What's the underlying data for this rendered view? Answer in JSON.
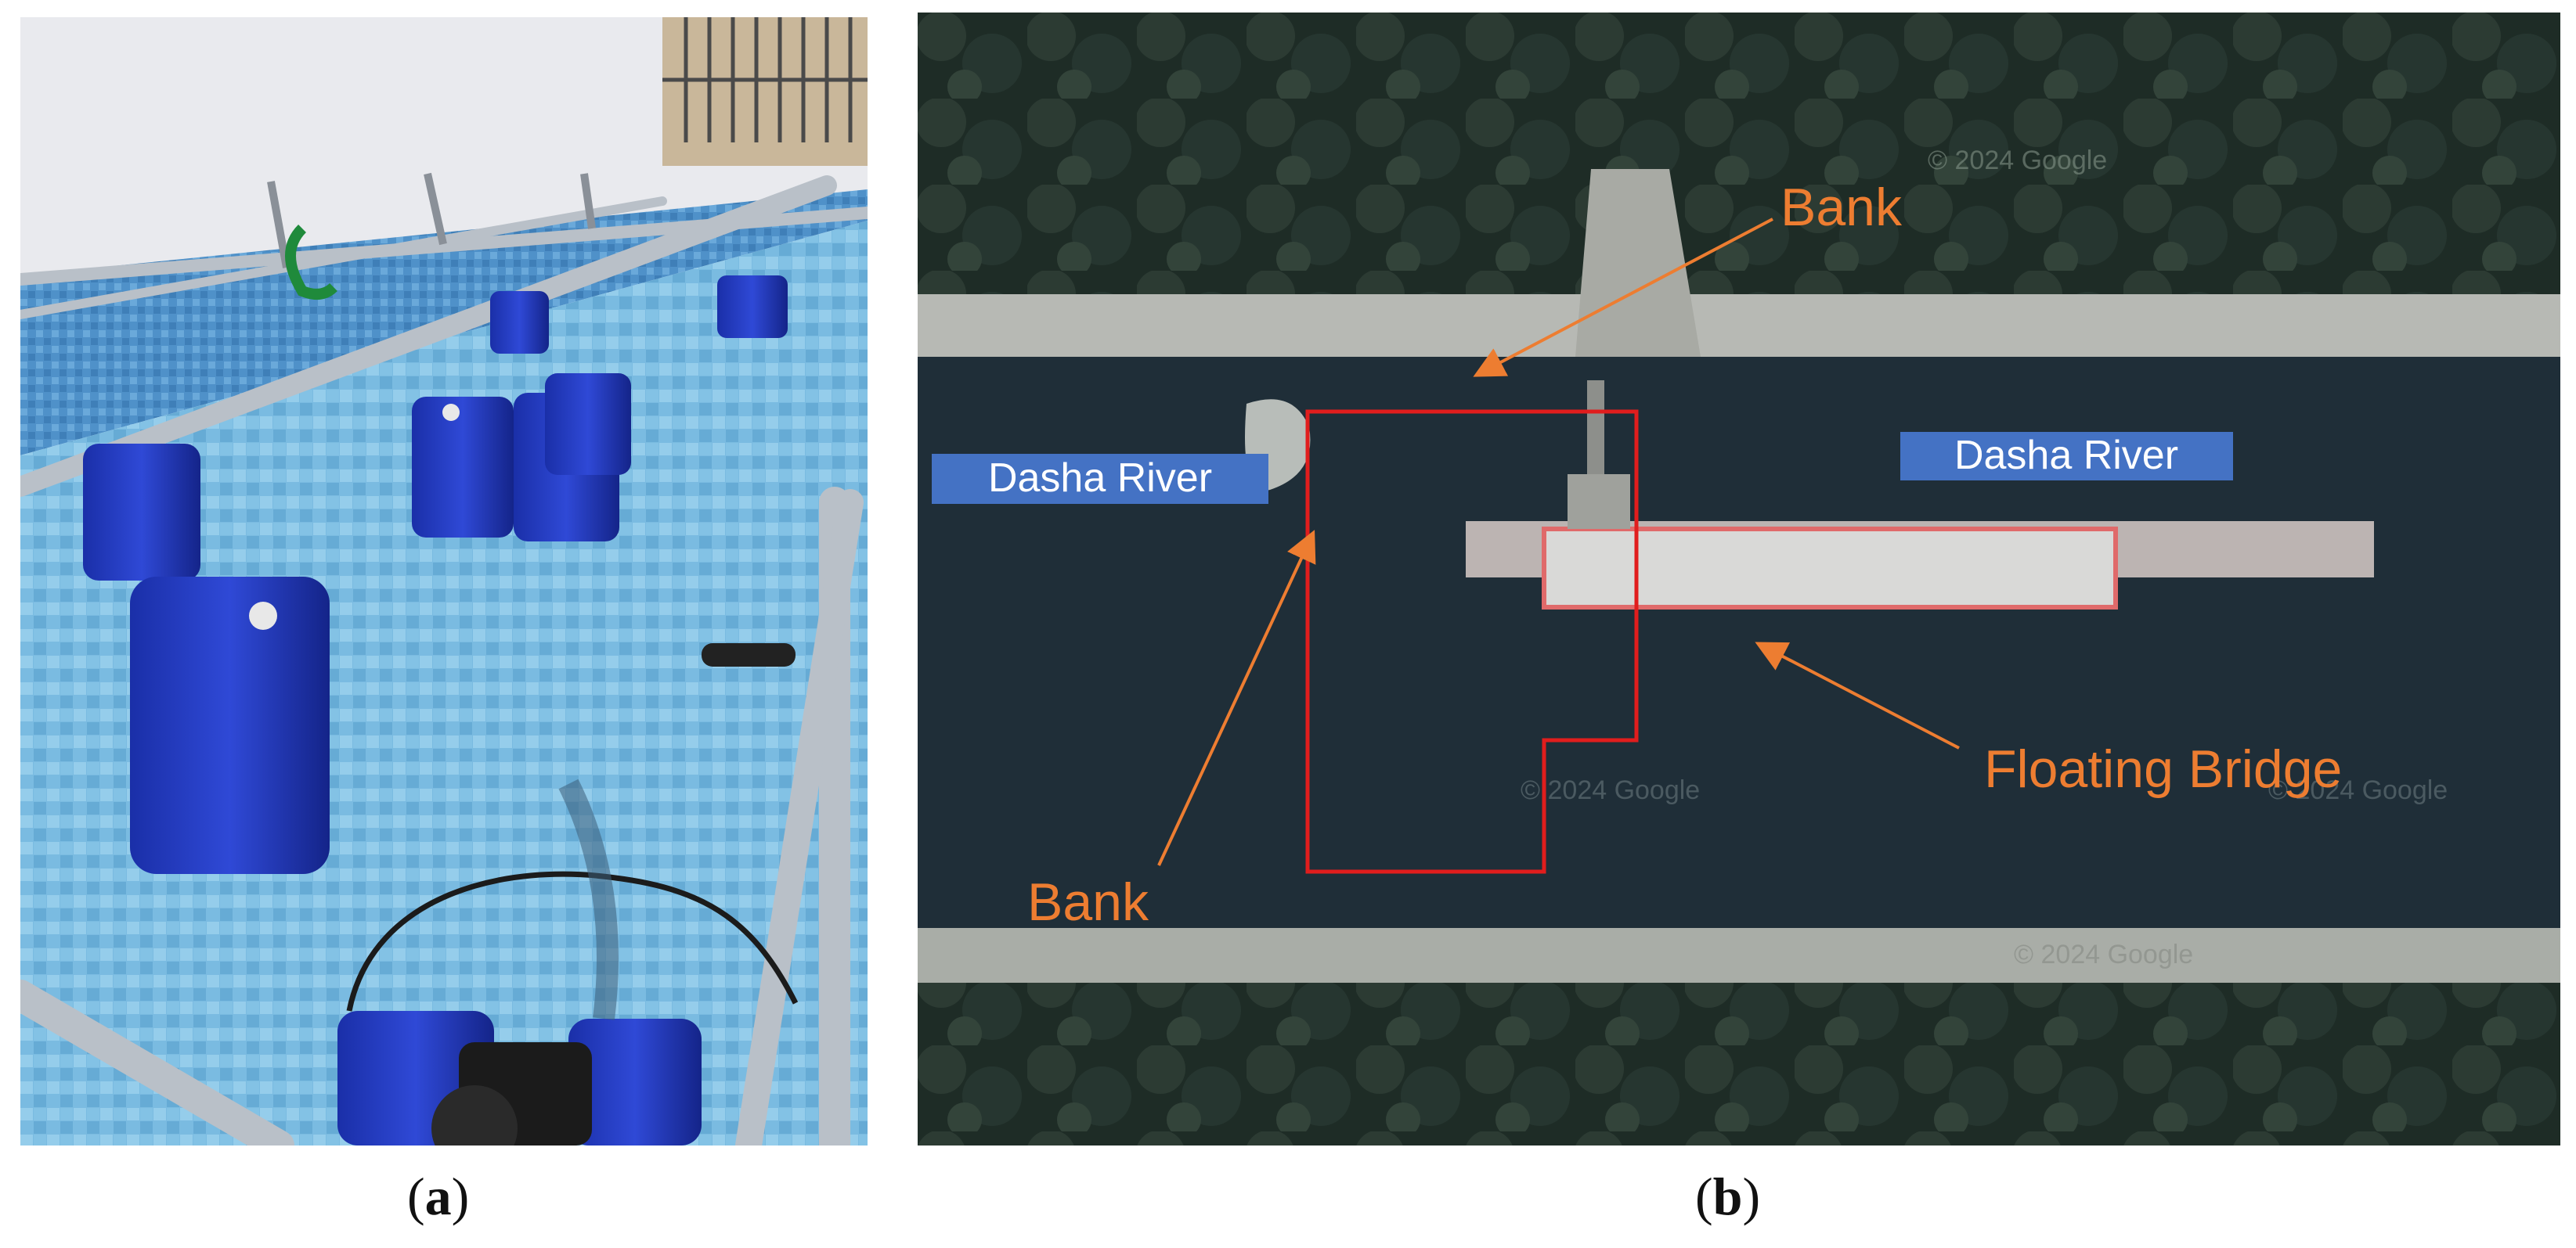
{
  "figure": {
    "panel_a": {
      "caption_letter": "a"
    },
    "panel_b": {
      "caption_letter": "b",
      "labels": {
        "river_left": "Dasha River",
        "river_right": "Dasha River",
        "bank_top": "Bank",
        "bank_bottom": "Bank",
        "floating_bridge": "Floating Bridge"
      },
      "watermarks": {
        "top": "© 2024 Google",
        "middle_left": "© 2024 Google",
        "middle_right": "© 2024 Google",
        "bottom": "© 2024 Google"
      },
      "colors": {
        "label_box": "#4472C4",
        "annotation": "#ED7D31",
        "region_outline": "#E11D1D",
        "river": "#1F2E38"
      }
    }
  }
}
